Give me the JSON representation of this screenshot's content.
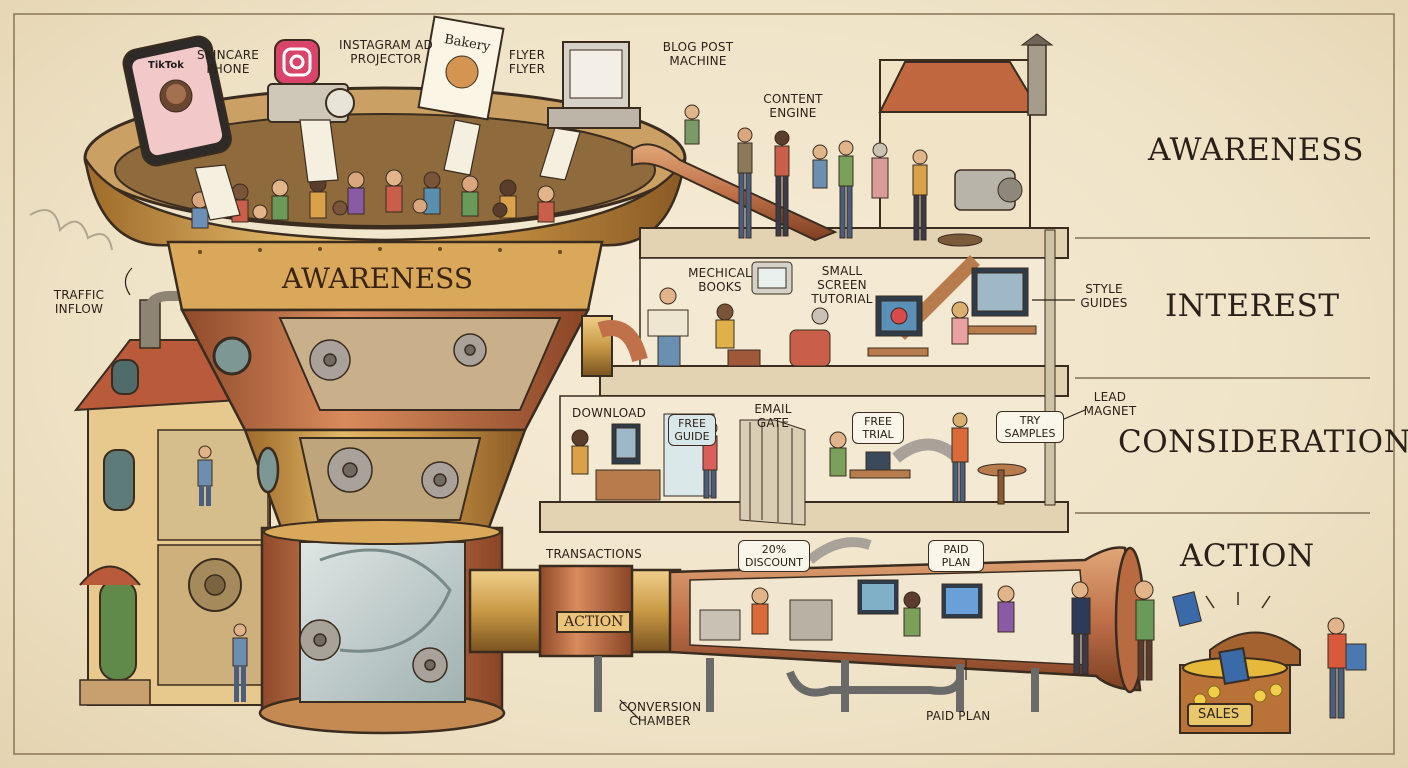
{
  "stages": {
    "awareness": "AWARENESS",
    "interest": "INTEREST",
    "consideration": "CONSIDERATION",
    "action": "ACTION"
  },
  "funnel": {
    "band_label": "AWARENESS",
    "pipe_label": "ACTION",
    "chest_label": "SALES",
    "phone_app_label": "TikTok",
    "flyer_title": "Bakery"
  },
  "callouts": {
    "skincare_phone": "SKINCARE PHONE",
    "instagram_ad_projector": "INSTAGRAM AD PROJECTOR",
    "flyer": "FLYER FLYER",
    "blog_post_machine": "BLOG POST MACHINE",
    "content_engine": "CONTENT ENGINE",
    "traffic_inflow": "TRAFFIC INFLOW",
    "mechical_books": "MECHICAL BOOKS",
    "small_screen_tutorial": "SMALL SCREEN TUTORIAL",
    "style_guides": "STYLE GUIDES",
    "lead_magnet": "LEAD MAGNET",
    "download": "DOWNLOAD",
    "email_gate": "EMAIL GATE",
    "transactions": "TRANSACTIONS",
    "conversion_chamber": "CONVERSION CHAMBER",
    "paid_plan_bottom": "PAID PLAN"
  },
  "bubbles": {
    "free_guide": "FREE GUIDE",
    "free_trial": "FREE TRIAL",
    "try_samples": "TRY SAMPLES",
    "discount": "20% DISCOUNT",
    "paid_plan": "PAID PLAN"
  },
  "colors": {
    "parchment": "#efe4cb",
    "brass": "#c99a45",
    "copper": "#c9784a",
    "ink": "#2b2118",
    "floor": "#e3d3b3"
  }
}
